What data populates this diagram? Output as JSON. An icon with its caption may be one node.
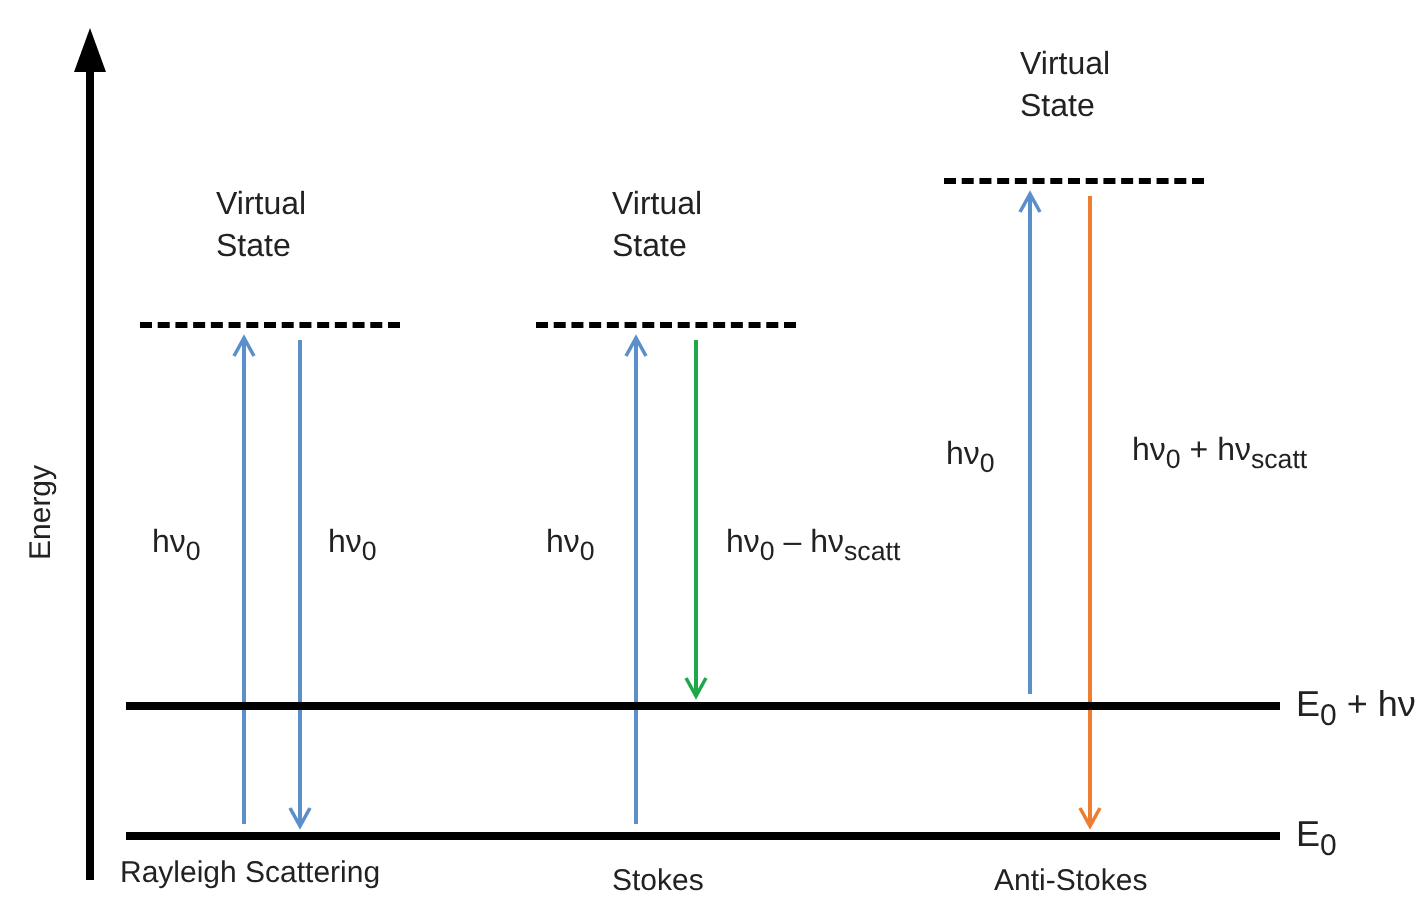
{
  "diagram": {
    "nodes": [
      {
        "text": [
          "E$_{0}$"
        ]
      },
      {
        "text": [
          "E$_{0}$ + hν"
        ]
      },
      {
        "text": [
          "Virtual State"
        ]
      },
      {
        "text": [
          "Virtual State"
        ]
      },
      {
        "text": [
          "Virtual State"
        ]
      }
    ],
    "edges": [
      {
        "from": 0,
        "to": 2,
        "arrow": "to",
        "label": "hν$_{0}$"
      },
      {
        "from": 2,
        "to": 0,
        "arrow": "to",
        "label": "hν$_{0}$"
      },
      {
        "from": 0,
        "to": 3,
        "arrow": "to",
        "label": "hν$_{0}$"
      },
      {
        "from": 3,
        "to": 1,
        "arrow": "to",
        "label": "hν$_{0}$ – hν$_{scatt}$",
        "color": "#1fa84a"
      },
      {
        "from": 1,
        "to": 4,
        "arrow": "to",
        "label": "hν$_{0}$"
      },
      {
        "from": 4,
        "to": 0,
        "arrow": "to",
        "label": "hν$_{0}$ + hν$_{scatt}$",
        "color": "#ed7d31"
      }
    ],
    "labels": [
      "Energy",
      "Rayleigh Scattering",
      "Stokes",
      "Anti-Stokes"
    ]
  }
}
